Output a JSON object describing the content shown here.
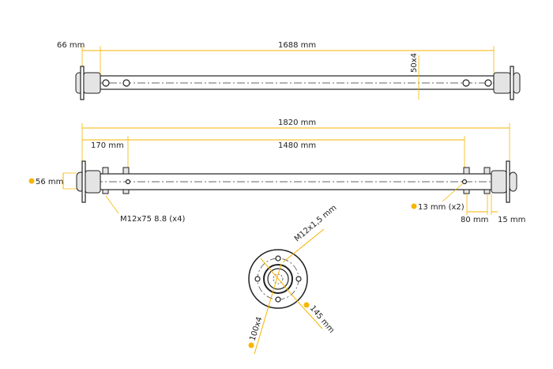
{
  "top_view": {
    "dim_hub": "66 mm",
    "dim_length": "1688 mm",
    "profile": "50x4"
  },
  "side_view": {
    "dim_total": "1820 mm",
    "dim_offset": "170 mm",
    "dim_between": "1480 mm",
    "stub_diameter": "56 mm",
    "bolts": "M12x75 8.8 (x4)",
    "hole": "13 mm (x2)",
    "dim_80": "80 mm",
    "dim_15": "15 mm"
  },
  "hub_view": {
    "thread": "M12x1,5 mm",
    "pcd": "145 mm",
    "bolt_pattern": "100x4"
  },
  "colors": {
    "dimension": "#f7b500",
    "outline": "#222222"
  }
}
